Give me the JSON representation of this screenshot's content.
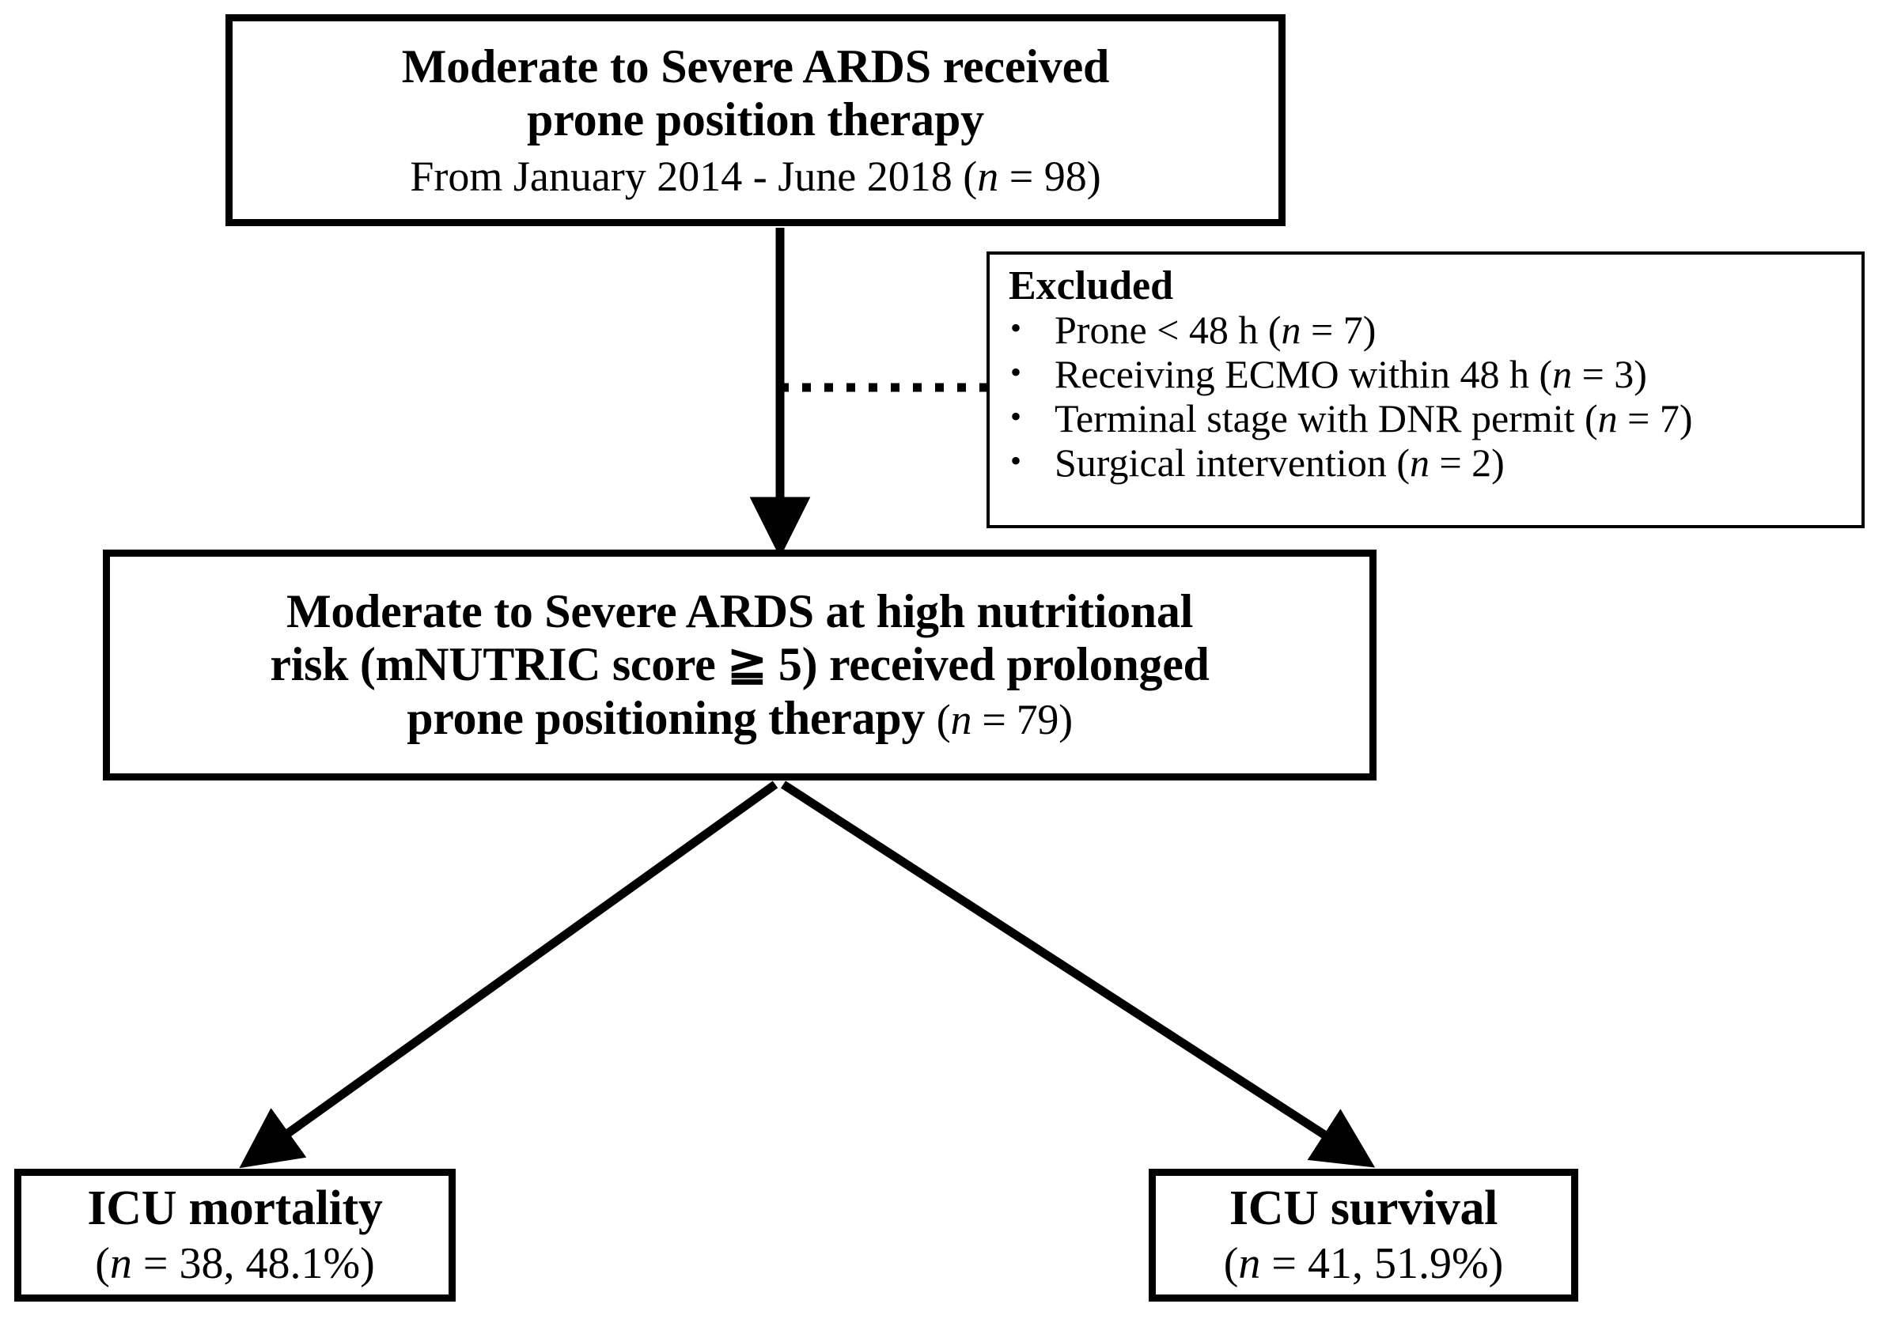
{
  "figure": {
    "type": "flowchart",
    "title": "Patient enrollment flow diagram",
    "background_color": "#ffffff",
    "line_color": "#000000"
  },
  "nodes": {
    "cohort": {
      "line1": "Moderate to Severe ARDS received",
      "line2": "prone position therapy",
      "line3_prefix": "From January 2014 - June 2018 (",
      "line3_n": "n",
      "line3_suffix": " = 98)"
    },
    "excluded": {
      "heading": "Excluded",
      "bullet_glyph": "•",
      "items": [
        {
          "text_prefix": "Prone < 48 h (",
          "n": "n",
          "text_suffix": " = 7)"
        },
        {
          "text_prefix": "Receiving ECMO within 48 h (",
          "n": "n",
          "text_suffix": " = 3)"
        },
        {
          "text_prefix": "Terminal stage with DNR permit (",
          "n": "n",
          "text_suffix": " = 7)"
        },
        {
          "text_prefix": "Surgical intervention (",
          "n": "n",
          "text_suffix": " = 2)"
        }
      ]
    },
    "enrolled": {
      "line1": "Moderate to Severe ARDS at high nutritional",
      "line2": "risk (mNUTRIC score ≧ 5) received prolonged",
      "line3_bold": "prone positioning therapy ",
      "line3_prefix": "(",
      "line3_n": "n",
      "line3_suffix": " = 79)"
    },
    "mortality": {
      "title": "ICU mortality",
      "stats_prefix": "(",
      "stats_n": "n",
      "stats_suffix": " = 38, 48.1%)"
    },
    "survival": {
      "title": "ICU survival",
      "stats_prefix": "(",
      "stats_n": "n",
      "stats_suffix": " = 41, 51.9%)"
    }
  },
  "edges": [
    {
      "name": "cohort-to-enrolled",
      "style": "solid-arrow",
      "from": "cohort",
      "to": "enrolled"
    },
    {
      "name": "enrolled-to-excluded",
      "style": "dotted",
      "from": "cohort-to-enrolled",
      "to": "excluded"
    },
    {
      "name": "enrolled-to-mortality",
      "style": "solid-arrow",
      "from": "enrolled",
      "to": "mortality"
    },
    {
      "name": "enrolled-to-survival",
      "style": "solid-arrow",
      "from": "enrolled",
      "to": "survival"
    }
  ]
}
